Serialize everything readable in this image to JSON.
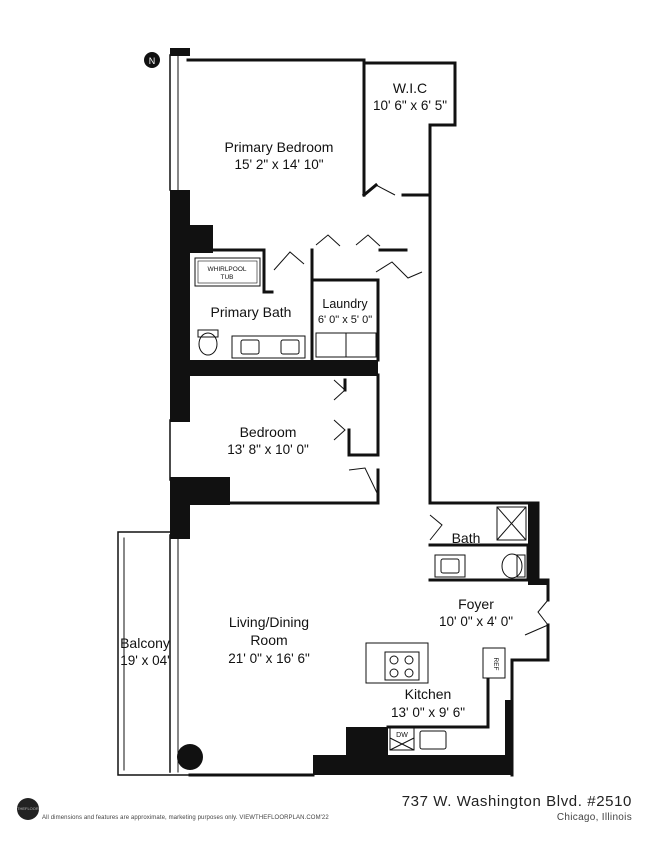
{
  "rooms": {
    "primary_bedroom": {
      "name": "Primary Bedroom",
      "dims": "15' 2\" x 14' 10\""
    },
    "wic": {
      "name": "W.I.C",
      "dims": "10' 6\" x 6' 5\""
    },
    "primary_bath": {
      "name": "Primary Bath",
      "fixture": "WHIRLPOOL TUB"
    },
    "laundry": {
      "name": "Laundry",
      "dims": "6' 0\" x 5' 0\""
    },
    "bedroom": {
      "name": "Bedroom",
      "dims": "13' 8\" x 10' 0\""
    },
    "bath": {
      "name": "Bath"
    },
    "foyer": {
      "name": "Foyer",
      "dims": "10' 0\" x 4' 0\""
    },
    "balcony": {
      "name": "Balcony",
      "dims": "19' x 04'"
    },
    "living": {
      "name_line1": "Living/Dining",
      "name_line2": "Room",
      "dims": "21' 0\" x 16' 6\""
    },
    "kitchen": {
      "name": "Kitchen",
      "dims": "13' 0\" x 9' 6\""
    }
  },
  "appliances": {
    "fridge": "REF",
    "dishwasher": "DW"
  },
  "compass": {
    "label": "N"
  },
  "footer": {
    "address": "737 W. Washington Blvd. #2510",
    "city": "Chicago, Illinois",
    "disclaimer": "All dimensions and features are approximate, marketing purposes only. VIEWTHEFLOORPLAN.COM'22",
    "logo_text": "VIEWTHEFLOORPLAN"
  }
}
